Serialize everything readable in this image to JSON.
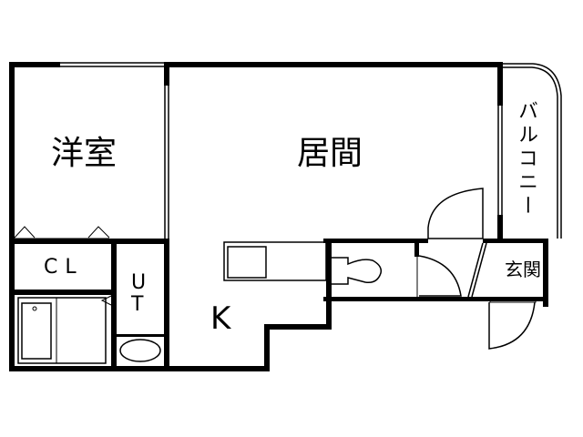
{
  "floor_plan": {
    "rooms": {
      "western_room": {
        "label": "洋室"
      },
      "living_room": {
        "label": "居間"
      },
      "balcony": {
        "label": "バルコニー"
      },
      "closet": {
        "label": "CL"
      },
      "utility": {
        "label_line1": "U",
        "label_line2": "T"
      },
      "kitchen": {
        "label": "K"
      },
      "entrance": {
        "label": "玄関"
      }
    },
    "colors": {
      "wall": "#000000",
      "background": "#ffffff"
    }
  }
}
